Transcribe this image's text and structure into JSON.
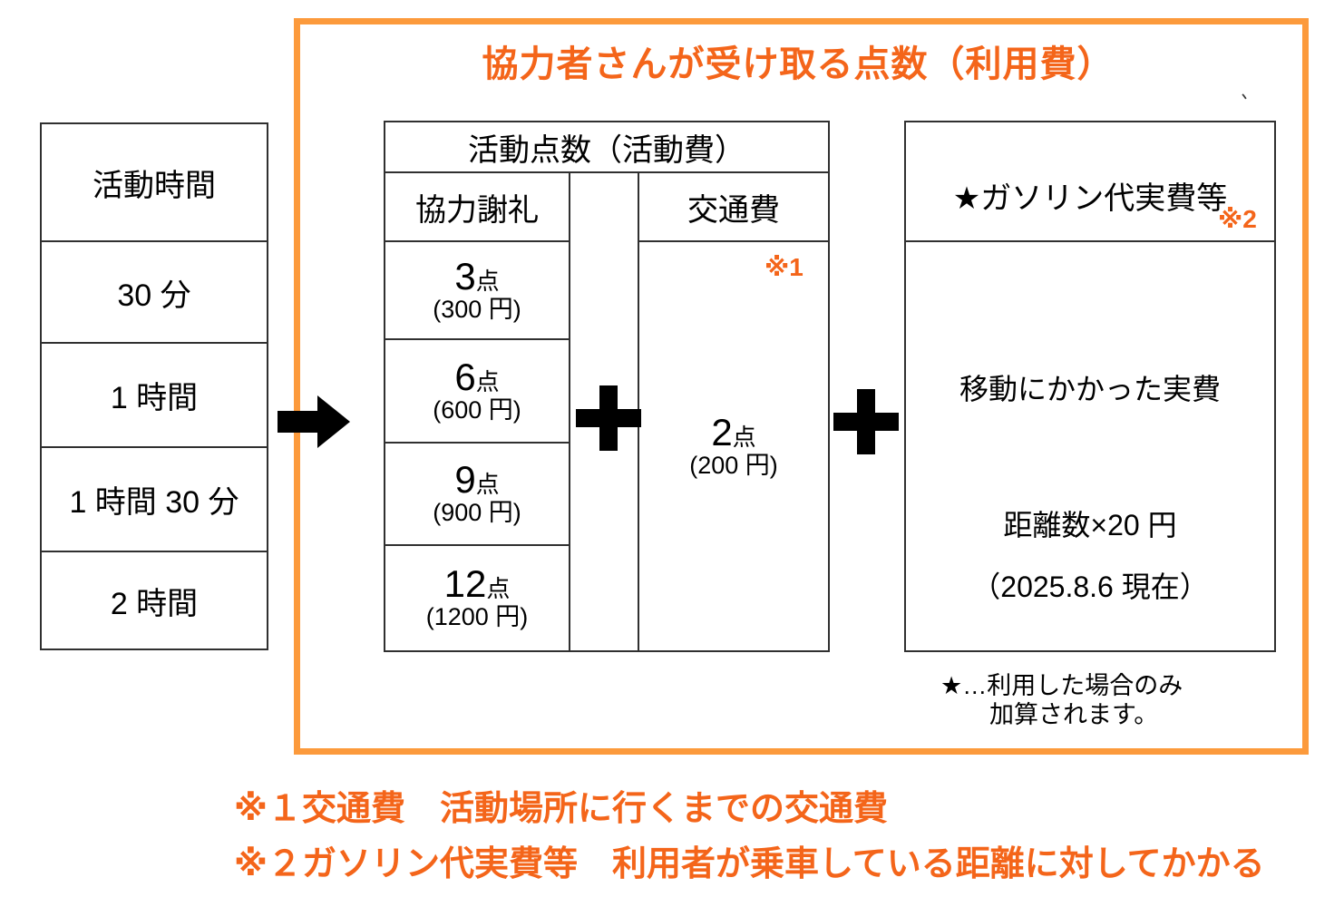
{
  "title": "協力者さんが受け取る点数（利用費）",
  "stray_mark": "、",
  "left_table": {
    "header": "活動時間",
    "rows": [
      "30 分",
      "1 時間",
      "1 時間 30 分",
      "2 時間"
    ]
  },
  "mid_table": {
    "header": "活動点数（活動費）",
    "reward_col": {
      "header": "協力謝礼",
      "rows": [
        {
          "points": "3",
          "unit": "点",
          "yen": "(300 円)"
        },
        {
          "points": "6",
          "unit": "点",
          "yen": "(600 円)"
        },
        {
          "points": "9",
          "unit": "点",
          "yen": "(900 円)"
        },
        {
          "points": "12",
          "unit": "点",
          "yen": "(1200 円)"
        }
      ]
    },
    "transport_col": {
      "header": "交通費",
      "note_mark": "※1",
      "points": "2",
      "unit": "点",
      "yen": "(200 円)"
    }
  },
  "right_table": {
    "header": "★ガソリン代実費等",
    "note_mark": "※2",
    "line1": "移動にかかった実費",
    "line2": "距離数×20 円",
    "line3": "（2025.8.6 現在）"
  },
  "star_note": "★…利用した場合のみ\n　　加算されます。",
  "footnotes": [
    "※１交通費　活動場所に行くまでの交通費",
    "※２ガソリン代実費等　利用者が乗車している距離に対してかかる"
  ],
  "operators": {
    "arrow": "→",
    "plus1": "＋",
    "plus2": "＋"
  },
  "colors": {
    "frame_orange": "#fc9a3c",
    "text_orange": "#f4651a",
    "line_black": "#303030"
  }
}
